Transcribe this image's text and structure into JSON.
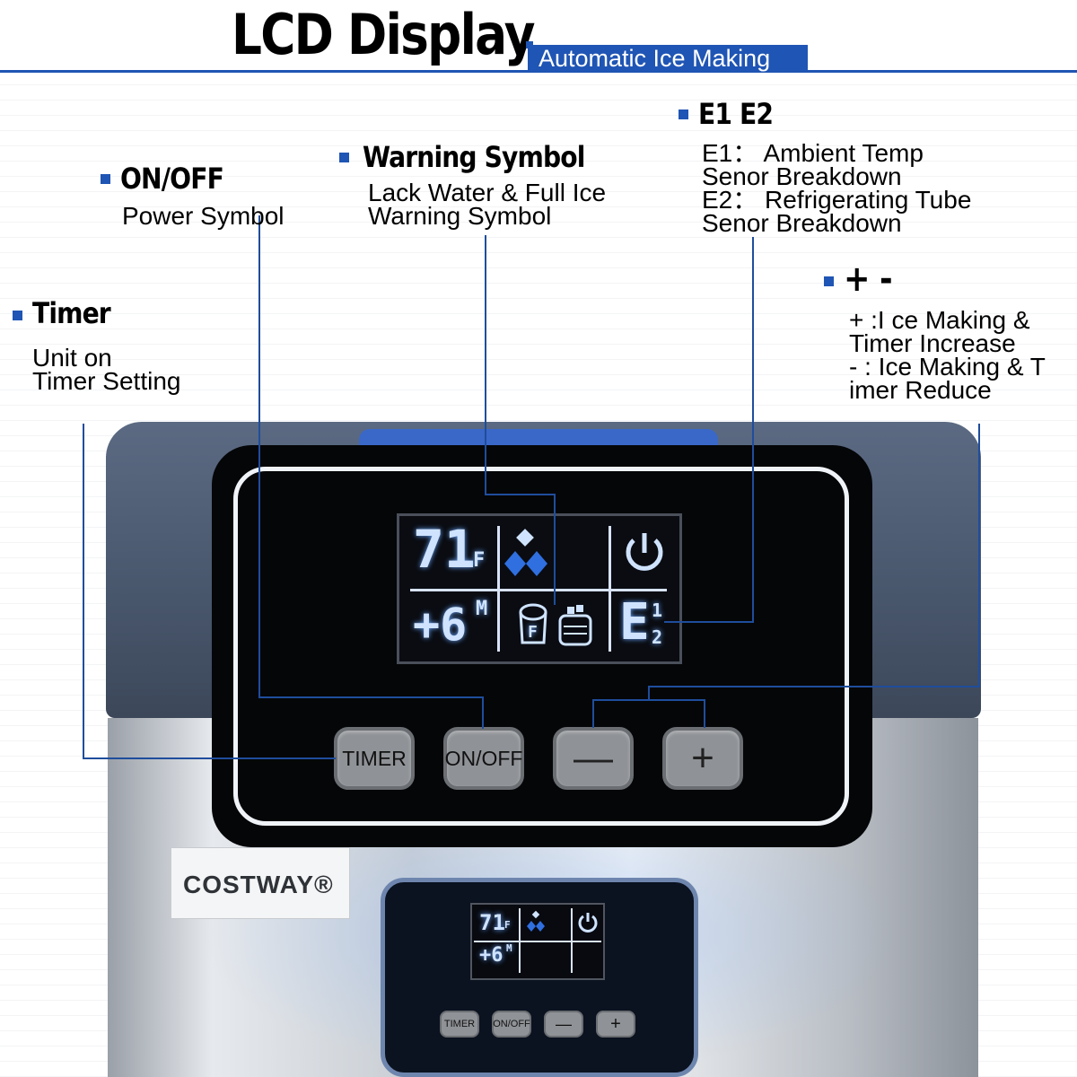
{
  "header": {
    "title": "LCD Display",
    "subtitle": "Automatic Ice Making"
  },
  "callouts": {
    "onoff": {
      "heading": "ON/OFF",
      "body": "Power Symbol"
    },
    "warning": {
      "heading": "Warning Symbol",
      "body": "Lack Water & Full Ice\nWarning Symbol"
    },
    "e1e2": {
      "heading": "E1 E2",
      "body": "E1： Ambient Temp\nSenor Breakdown\nE2： Refrigerating Tube\nSenor Breakdown"
    },
    "plusminus": {
      "heading": "+ -",
      "body": "+ :I ce Making &\nTimer Increase\n- : Ice Making & T\nimer Reduce"
    },
    "timer": {
      "heading": "Timer",
      "body": "Unit on\nTimer Setting"
    }
  },
  "display": {
    "temperature": "71",
    "temp_unit": "F",
    "timer_value": "+6",
    "timer_unit": "M",
    "error_code": "E",
    "error_sub1": "1",
    "error_sub2": "2",
    "cup_label": "F"
  },
  "buttons": {
    "timer": "TIMER",
    "onoff": "ON/OFF",
    "minus": "—",
    "plus": "+"
  },
  "brand": {
    "logo": "COSTWAY®"
  },
  "small_display": {
    "temperature": "71",
    "temp_unit": "F",
    "timer_value": "+6",
    "timer_unit": "M",
    "btn_timer": "TIMER",
    "btn_onoff": "ON/OFF",
    "btn_minus": "—",
    "btn_plus": "+"
  },
  "colors": {
    "accent": "#1f55b4",
    "lcd_glow": "#cfe3ff",
    "button": "#8f9296"
  },
  "icons": [
    "ice-cubes-icon",
    "power-icon",
    "water-cup-icon",
    "ice-bucket-icon"
  ]
}
